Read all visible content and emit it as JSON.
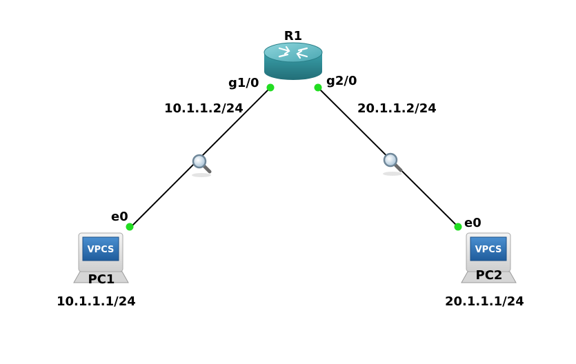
{
  "colors": {
    "link": "#000000",
    "port_up": "#22dd22",
    "router_body": "#2f8f99",
    "router_top": "#5fb8c2",
    "pc_screen": "#2c6fb5",
    "pc_frame": "#e4e4e4"
  },
  "router": {
    "name": "R1",
    "icon": "router-icon",
    "ports": [
      {
        "name": "g1/0",
        "ip": "10.1.1.2/24"
      },
      {
        "name": "g2/0",
        "ip": "20.1.1.2/24"
      }
    ]
  },
  "hosts": [
    {
      "name": "PC1",
      "screen_text": "VPCS",
      "port": "e0",
      "ip": "10.1.1.1/24",
      "icon": "pc-icon"
    },
    {
      "name": "PC2",
      "screen_text": "VPCS",
      "port": "e0",
      "ip": "20.1.1.1/24",
      "icon": "pc-icon"
    }
  ],
  "links": [
    {
      "from": "R1 g1/0",
      "to": "PC1 e0",
      "capture_icon": "magnifier-icon"
    },
    {
      "from": "R1 g2/0",
      "to": "PC2 e0",
      "capture_icon": "magnifier-icon"
    }
  ]
}
